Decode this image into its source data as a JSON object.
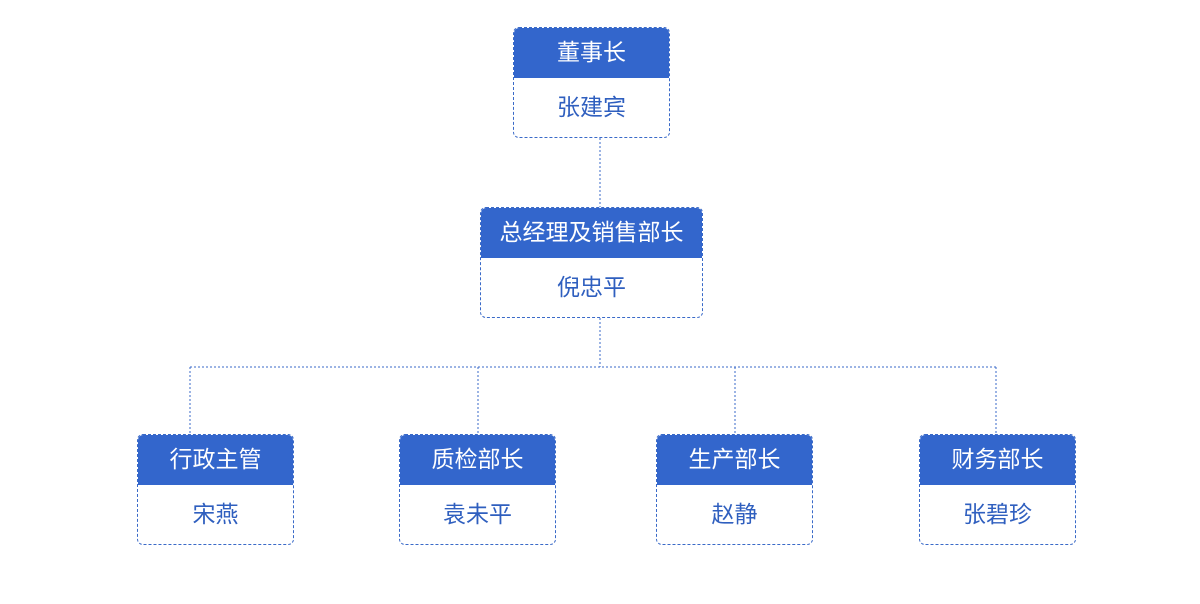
{
  "colors": {
    "header_bg": "#3366cc",
    "name_text": "#2f5fbf",
    "line": "#3a6ac8"
  },
  "nodes": {
    "chairman": {
      "title": "董事长",
      "name": "张建宾"
    },
    "general_manager": {
      "title": "总经理及销售部长",
      "name": "倪忠平"
    },
    "admin": {
      "title": "行政主管",
      "name": "宋燕"
    },
    "quality": {
      "title": "质检部长",
      "name": "袁未平"
    },
    "production": {
      "title": "生产部长",
      "name": "赵静"
    },
    "finance": {
      "title": "财务部长",
      "name": "张碧珍"
    }
  }
}
